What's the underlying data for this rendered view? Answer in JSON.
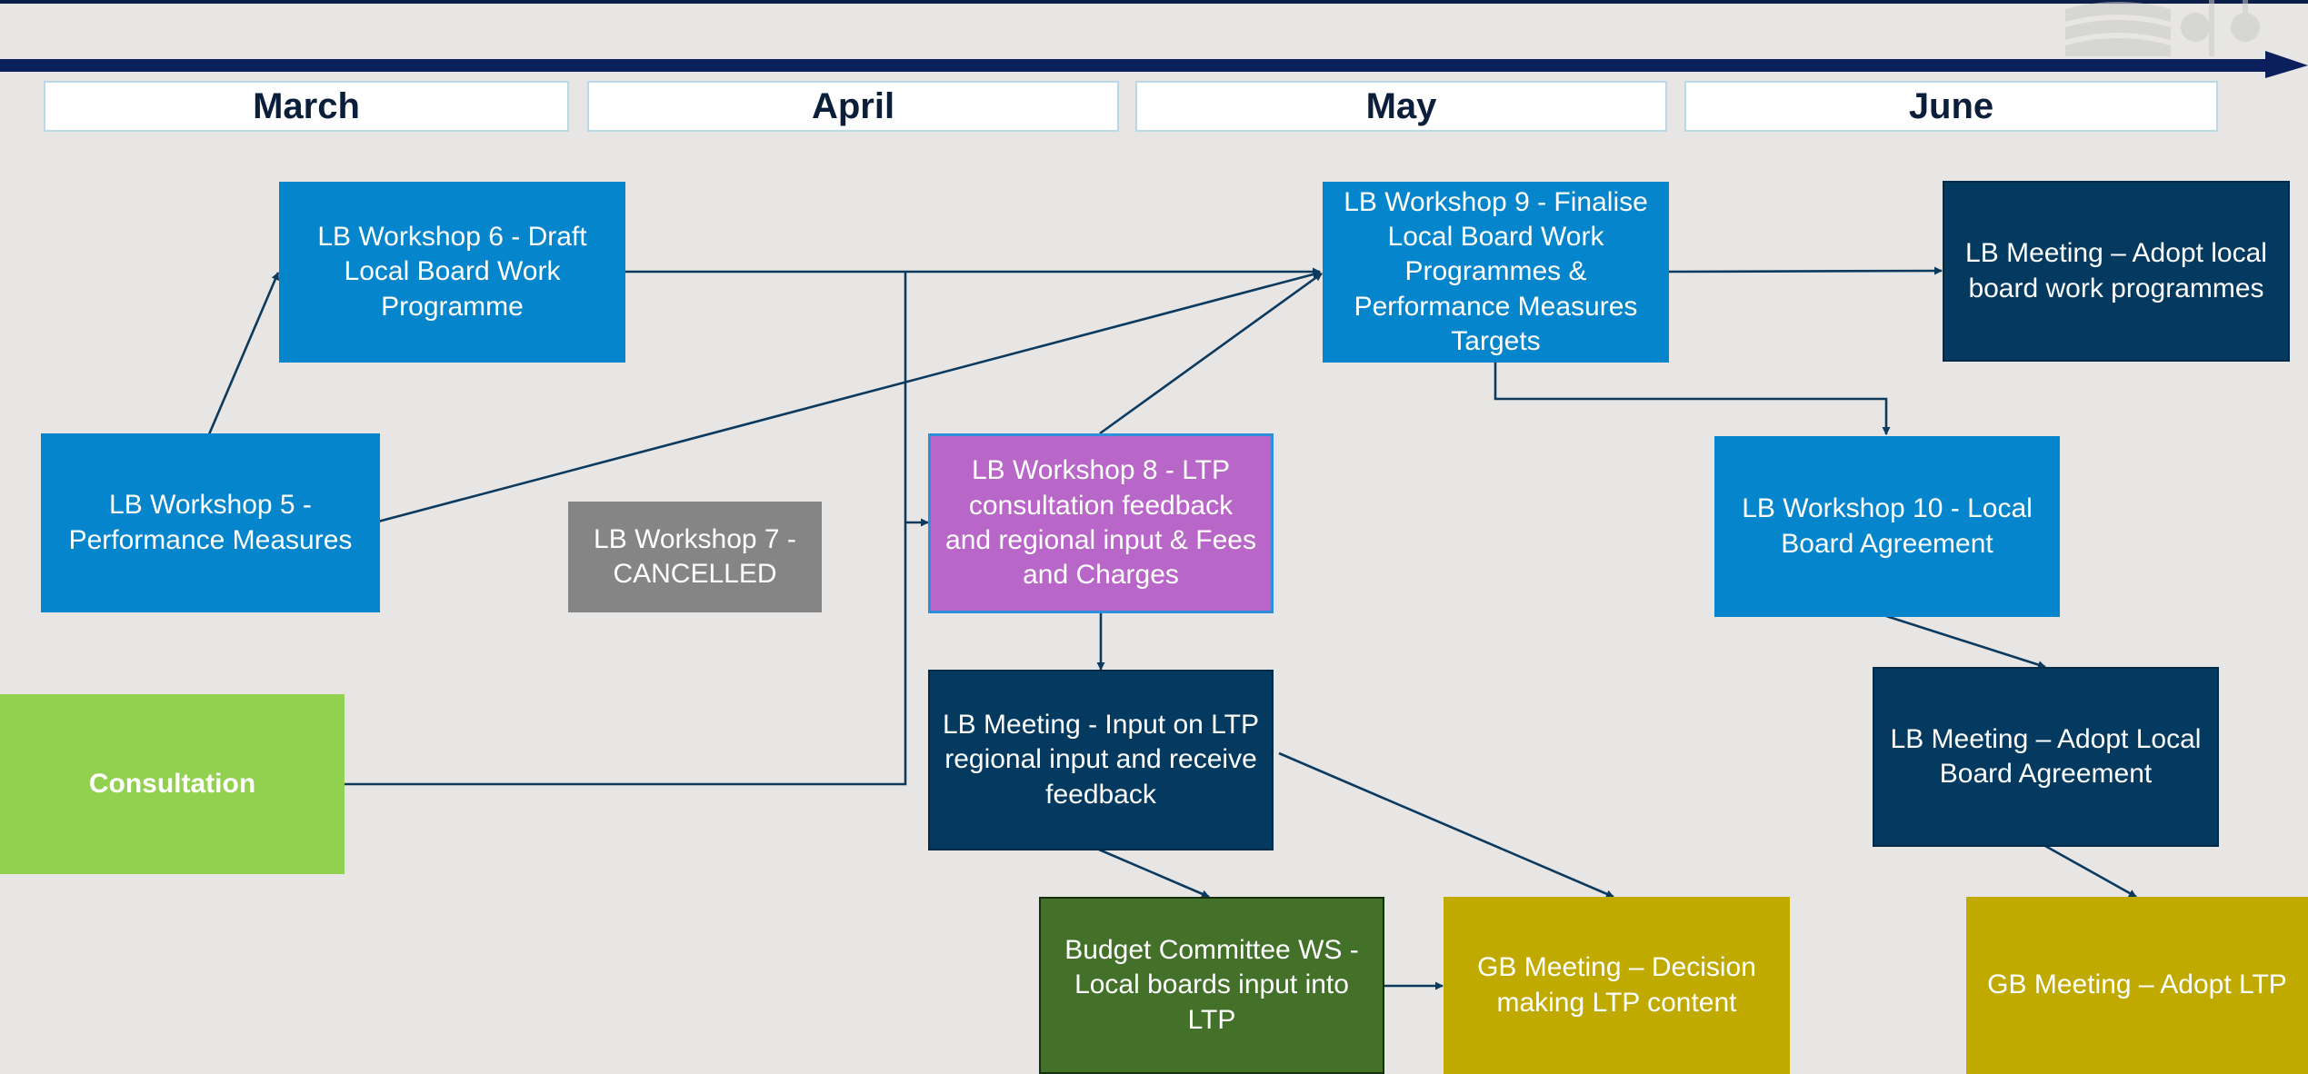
{
  "timeline": {
    "months": [
      "March",
      "April",
      "May",
      "June"
    ]
  },
  "colors": {
    "background": "#e8e6e4",
    "workshop_blue": "#0585cb",
    "meeting_navy": "#043a60",
    "cancelled_grey": "#858585",
    "ltp_purple": "#b966c9",
    "consultation_green": "#92d050",
    "budget_green": "#43712a",
    "gb_olive": "#c0aa00",
    "connector": "#0b3a5e"
  },
  "boxes": {
    "ws6": "LB Workshop 6 - Draft Local Board Work Programme",
    "ws5": "LB Workshop 5 - Performance Measures",
    "ws7": "LB Workshop 7 - CANCELLED",
    "consultation": "Consultation",
    "ws8": "LB Workshop 8 - LTP consultation feedback and regional input & Fees and Charges",
    "meeting_input": "LB Meeting - Input on LTP regional input and receive feedback",
    "budget_ws": "Budget Committee WS - Local boards input into LTP",
    "gb_decision": "GB Meeting – Decision making LTP content",
    "ws9": "LB Workshop 9 - Finalise Local Board Work Programmes & Performance Measures Targets",
    "meeting_adopt_wp": "LB Meeting – Adopt local board work programmes",
    "ws10": "LB Workshop 10 - Local Board Agreement",
    "meeting_adopt_lba": "LB Meeting – Adopt Local Board Agreement",
    "gb_adopt_ltp": "GB Meeting – Adopt LTP"
  }
}
